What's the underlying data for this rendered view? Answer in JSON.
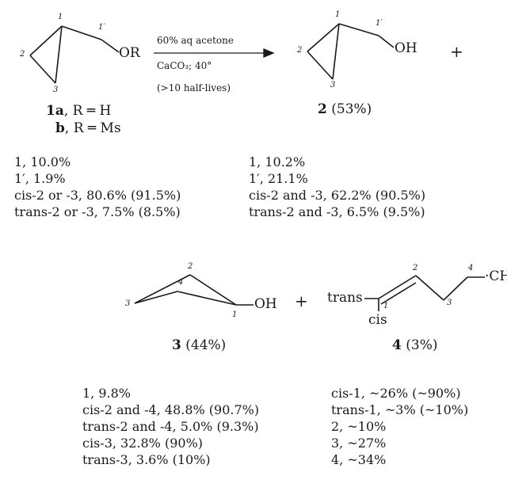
{
  "reaction": {
    "conditions": [
      "60% aq acetone",
      "CaCO₃; 40°",
      "(>10 half-lives)"
    ]
  },
  "reactant": {
    "atom_labels": {
      "c1": "1",
      "c1p": "1′",
      "c2": "2",
      "c3": "3"
    },
    "group": "OR",
    "name_a_num": "1a",
    "name_a_text": ", R ═ H",
    "name_b_num": "b",
    "name_b_text": ", R ═ Ms",
    "labeling": [
      "1, 10.0%",
      "1′, 1.9%",
      "cis-2 or -3, 80.6% (91.5%)",
      "trans-2 or -3, 7.5% (8.5%)"
    ]
  },
  "product2": {
    "atom_labels": {
      "c1": "1",
      "c1p": "1′",
      "c2": "2",
      "c3": "3"
    },
    "group": "OH",
    "plus": "+",
    "num": "2",
    "yield": " (53%)",
    "labeling": [
      "1, 10.2%",
      "1′, 21.1%",
      "cis-2 and -3, 62.2% (90.5%)",
      "trans-2 and -3, 6.5% (9.5%)"
    ]
  },
  "product3": {
    "atom_labels": {
      "c1": "1",
      "c2": "2",
      "c3": "3",
      "c4": "4"
    },
    "group": "OH",
    "plus": "+",
    "num": "3",
    "yield": " (44%)",
    "labeling": [
      "1, 9.8%",
      "cis-2 and -4, 48.8% (90.7%)",
      "trans-2 and -4, 5.0% (9.3%)",
      "cis-3, 32.8% (90%)",
      "trans-3, 3.6% (10%)"
    ]
  },
  "product4": {
    "atom_labels": {
      "c1": "1",
      "c2": "2",
      "c3": "3",
      "c4": "4"
    },
    "trans_label": "trans",
    "cis_label": "cis",
    "group": "·CH",
    "num": "4",
    "yield": " (3%)",
    "labeling": [
      "cis-1, ~26% (~90%)",
      "trans-1, ~3% (~10%)",
      "2, ~10%",
      "3, ~27%",
      "4, ~34%"
    ]
  }
}
